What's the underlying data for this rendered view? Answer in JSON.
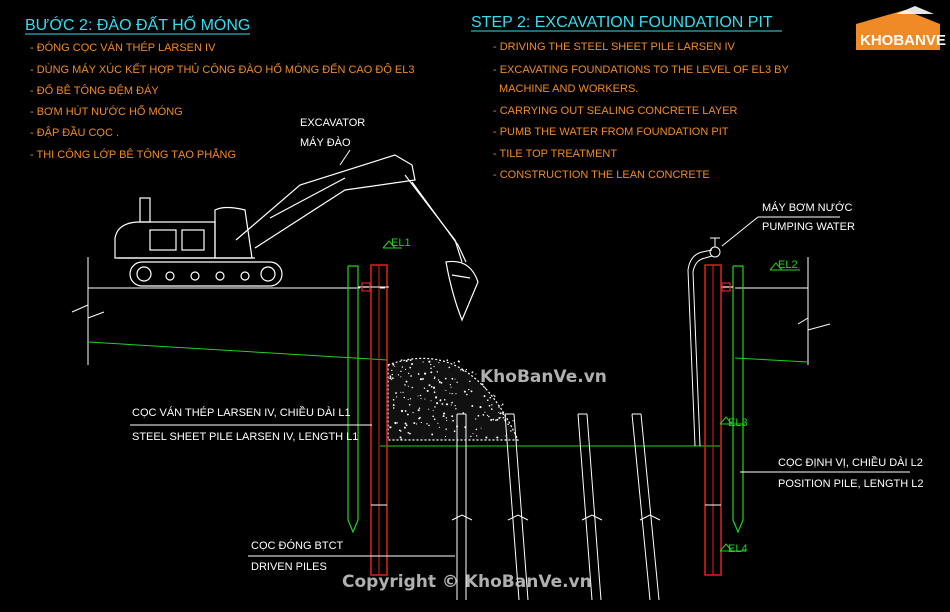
{
  "colors": {
    "background": "#000000",
    "cyan": "#33dcef",
    "green": "#1fd41f",
    "red": "#e02020",
    "white": "#ffffff",
    "orange": "#f08a24"
  },
  "left_title": "BƯỚC 2: ĐÀO ĐẤT HỐ MÓNG",
  "left_steps": [
    "- ĐÓNG CỌC VÁN THÉP LARSEN IV",
    "- DÙNG MÁY XÚC KẾT HỢP THỦ CÔNG ĐÀO HỐ MÓNG ĐẾN CAO ĐỘ EL3",
    "- ĐỔ BÊ TÔNG ĐỆM ĐÁY",
    "- BƠM HÚT NƯỚC HỐ MÓNG",
    "- ĐẬP ĐẦU CỌC .",
    "- THI CÔNG LỚP BÊ TÔNG TẠO PHẲNG"
  ],
  "right_title": "STEP 2: EXCAVATION FOUNDATION PIT",
  "right_steps": [
    "- DRIVING THE STEEL SHEET PILE LARSEN IV",
    "- EXCAVATING FOUNDATIONS TO THE LEVEL OF EL3 BY",
    "MACHINE AND WORKERS.",
    "- CARRYING OUT SEALING CONCRETE LAYER",
    "- PUMB THE WATER FROM FOUNDATION PIT",
    "- TILE TOP TREATMENT",
    "- CONSTRUCTION THE LEAN CONCRETE"
  ],
  "labels": {
    "excavator_en": "EXCAVATOR",
    "excavator_vi": "MÁY ĐÀO",
    "pump_vi": "MÁY BƠM NƯỚC",
    "pump_en": "PUMPING WATER",
    "sheet_pile_vi": "CỌC VÁN THÉP LARSEN IV, CHIỀU DÀI L1",
    "sheet_pile_en": "STEEL SHEET PILE LARSEN IV, LENGTH L1",
    "position_pile_vi": "CỌC ĐỊNH VỊ, CHIỀU DÀI L2",
    "position_pile_en": "POSITION PILE, LENGTH L2",
    "driven_piles_vi": "CỌC ĐÓNG BTCT",
    "driven_piles_en": "DRIVEN PILES",
    "el1": "EL1",
    "el2": "EL2",
    "el3": "EL3",
    "el4": "EL4"
  },
  "logo": {
    "text": "KHOBANVE",
    "icon": "house-logo-icon"
  },
  "watermark": "KhoBanVe.vn",
  "copyright": "Copyright © KhoBanVe.vn"
}
